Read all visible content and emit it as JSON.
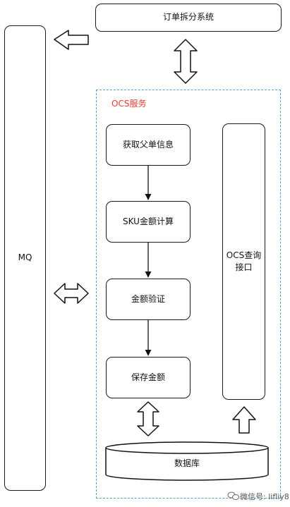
{
  "nodes": {
    "order_split": "订单拆分系统",
    "mq": "MQ",
    "ocs_service": "OCS服务",
    "get_order_info": "获取父单信息",
    "sku_amount": "SKU金额计算",
    "amount_verify": "金额验证",
    "save_amount": "保存金额",
    "ocs_query_line1": "OCS查询",
    "ocs_query_line2": "接口",
    "database": "数据库"
  },
  "watermark": {
    "text": "微信号: lifliy8"
  }
}
